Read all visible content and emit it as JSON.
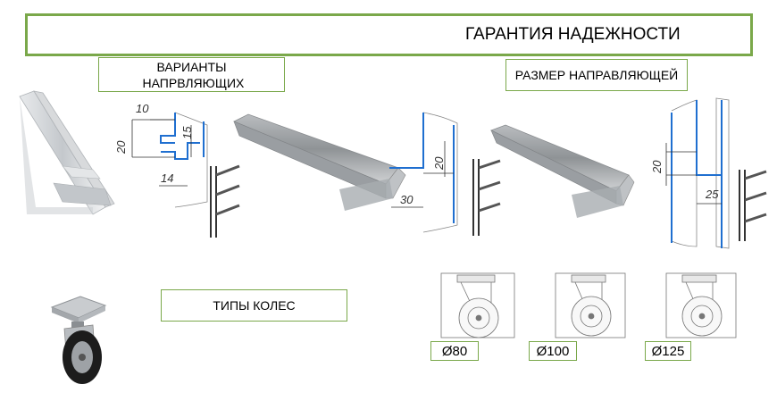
{
  "title": "ГАРАНТИЯ НАДЕЖНОСТИ",
  "labels": {
    "rail_variants": "ВАРИАНТЫ НАПРВЛЯЮЩИХ",
    "rail_size": "РАЗМЕР НАПРАВЛЯЮЩЕЙ",
    "wheel_types": "ТИПЫ КОЛЕС"
  },
  "dimensions": {
    "d1_top": "10",
    "d1_left": "20",
    "d1_right": "15",
    "d1_bottom": "14",
    "d2_width": "30",
    "d2_height": "20",
    "d3_height": "20",
    "d3_width": "25"
  },
  "wheels": [
    {
      "label": "Ø80"
    },
    {
      "label": "Ø100"
    },
    {
      "label": "Ø125"
    }
  ],
  "colors": {
    "frame_green": "#7aa84a",
    "profile_blue": "#1f6fd0"
  }
}
